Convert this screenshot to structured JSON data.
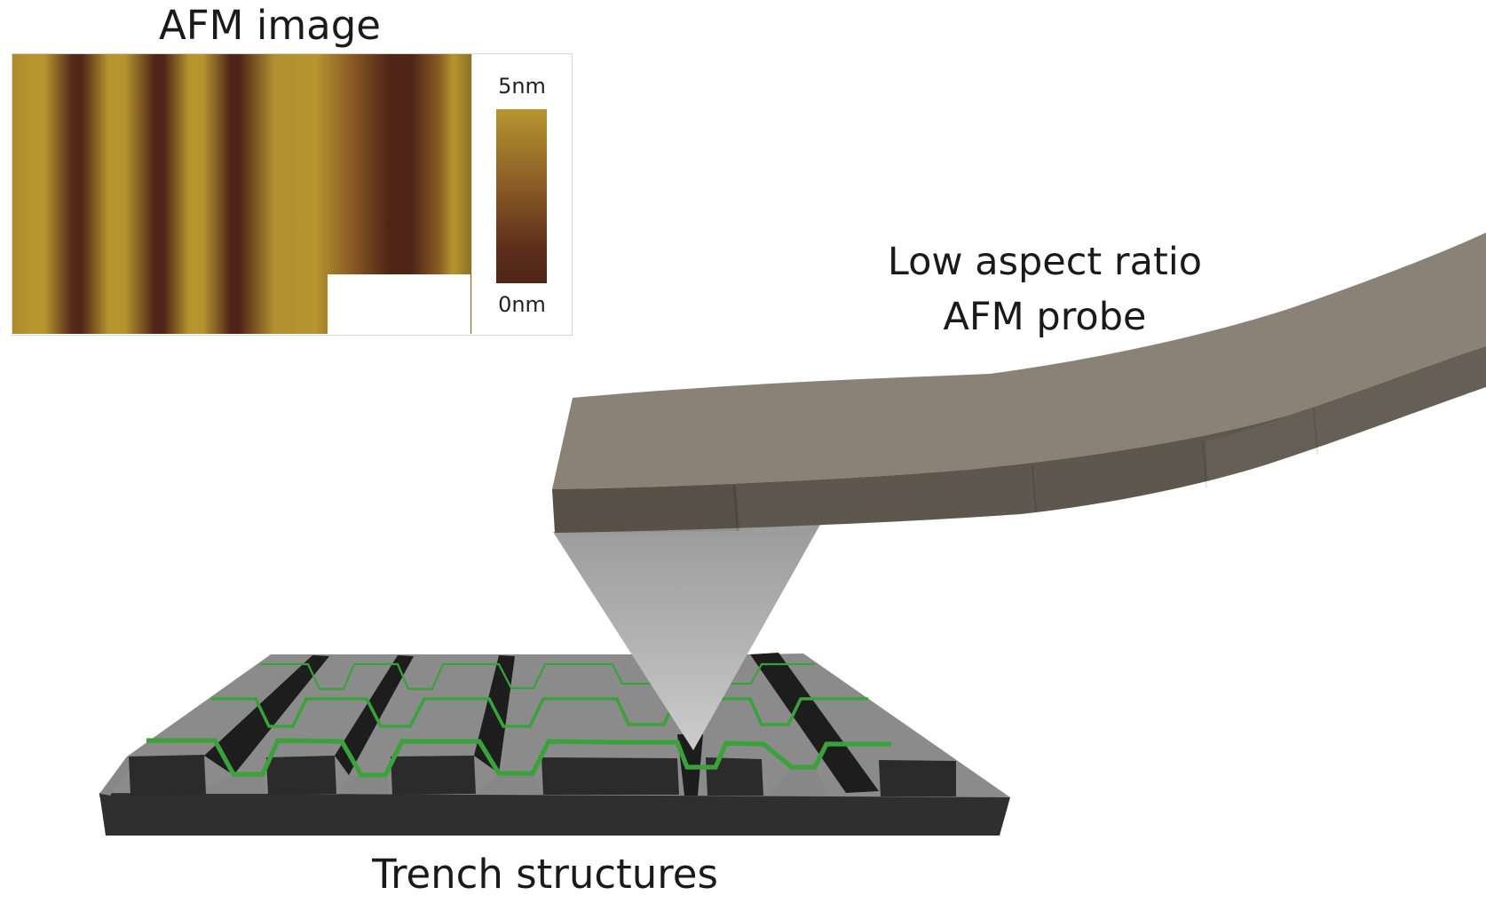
{
  "labels": {
    "afm_image_title": "AFM image",
    "probe_label_line1": "Low aspect ratio",
    "probe_label_line2": "AFM probe",
    "trench_label": "Trench structures"
  },
  "colorbar": {
    "max_label": "5nm",
    "min_label": "0nm"
  },
  "colors": {
    "text": "#1a1a1a",
    "scan_line": "#3aa23a",
    "afm_gold": "#b6952f",
    "afm_dark_brown": "#4f2517",
    "cantilever_top": "#8a8177",
    "cantilever_front": "#5d574d",
    "tip_light": "#cdcdcd",
    "tip_dark": "#9b9b9b",
    "ridge_top": "#8b8b8b",
    "ridge_front": "#2b2b2b",
    "trench_wall": "#1d1d1d",
    "trench_floor": "#878787",
    "base": "#2f2f2f"
  }
}
